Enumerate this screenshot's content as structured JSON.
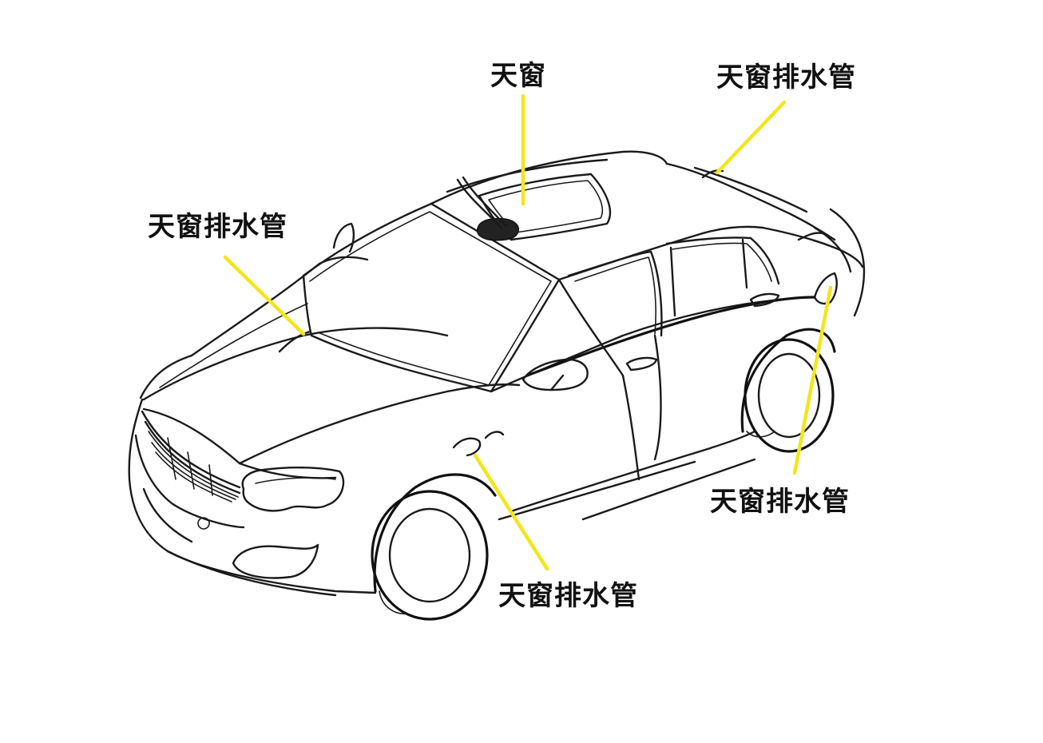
{
  "diagram": {
    "leader_color": "#f2e61c",
    "line_color": "#1a1a1a",
    "labels": {
      "sunroof": "天窗",
      "drain_front_left": "天窗排水管",
      "drain_rear_top": "天窗排水管",
      "drain_front_wheel": "天窗排水管",
      "drain_rear_wheel": "天窗排水管"
    }
  }
}
